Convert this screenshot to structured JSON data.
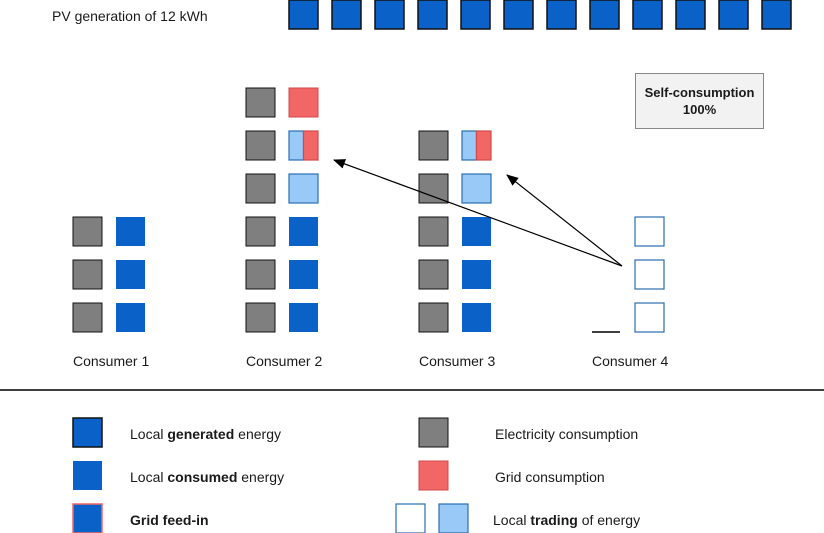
{
  "title": "PV generation of 12 kWh",
  "pv_generation_blocks": 12,
  "self_consumption": {
    "label": "Self-consumption",
    "value": "100%"
  },
  "consumers": [
    {
      "name": "Consumer 1",
      "consumption_blocks": 3,
      "supply": [
        "consumed",
        "consumed",
        "consumed"
      ]
    },
    {
      "name": "Consumer 2",
      "consumption_blocks": 6,
      "supply": [
        "consumed",
        "consumed",
        "consumed",
        "trading_in",
        "trading_grid_split",
        "grid"
      ]
    },
    {
      "name": "Consumer 3",
      "consumption_blocks": 5,
      "supply": [
        "consumed",
        "consumed",
        "consumed",
        "trading_in",
        "trading_grid_split"
      ]
    },
    {
      "name": "Consumer 4",
      "consumption_blocks": 0,
      "supply": [
        "trading_out",
        "trading_out",
        "trading_out"
      ]
    }
  ],
  "legend": {
    "generated": {
      "pre": "Local ",
      "bold": "generated",
      "post": " energy"
    },
    "consumed": {
      "pre": "Local ",
      "bold": "consumed",
      "post": " energy"
    },
    "feed_in": {
      "pre": "",
      "bold": "Grid feed-in",
      "post": ""
    },
    "electricity": {
      "text": "Electricity consumption"
    },
    "grid": {
      "text": "Grid consumption"
    },
    "trading": {
      "pre": "Local ",
      "bold": "trading",
      "post": " of energy"
    }
  },
  "colors": {
    "blue": "#0a62c9",
    "grey": "#7f7f7f",
    "red": "#f26666",
    "light_blue": "#99c9f7",
    "outline_blue": "#2a6fb0"
  }
}
